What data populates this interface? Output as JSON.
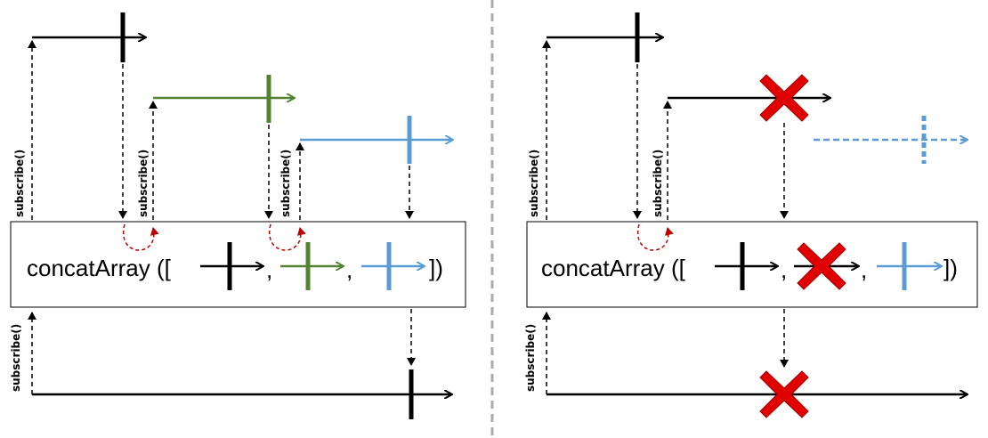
{
  "colors": {
    "black": "#000000",
    "green": "#548235",
    "blue": "#5b9bd5",
    "red": "#e00000",
    "box_border": "#000000",
    "divider": "#aaaaaa"
  },
  "left_panel": {
    "operator": {
      "prefix": "concatArray ([",
      "sep1": ",",
      "sep2": ",",
      "suffix": "])"
    },
    "subscribe_labels": [
      "subscribe()",
      "subscribe()",
      "subscribe()",
      "subscribe()"
    ]
  },
  "right_panel": {
    "operator": {
      "prefix": "concatArray ([",
      "sep1": ",",
      "sep2": ",",
      "suffix": "])"
    },
    "subscribe_labels": [
      "subscribe()",
      "subscribe()",
      "subscribe()"
    ]
  }
}
